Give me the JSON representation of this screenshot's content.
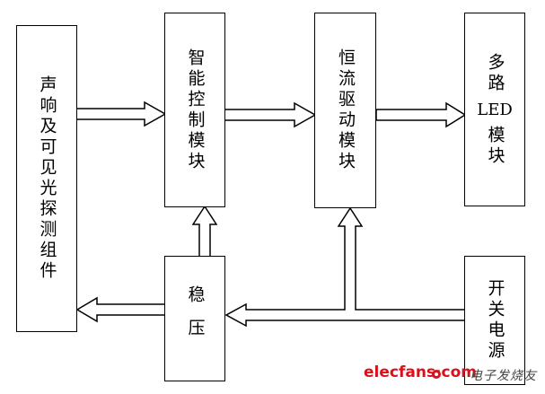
{
  "diagram": {
    "nodes": [
      {
        "id": "detector",
        "label": "声响及可见光探测组件"
      },
      {
        "id": "control",
        "label": "智能控制模块"
      },
      {
        "id": "driver",
        "label": "恒流驱动模块"
      },
      {
        "id": "led",
        "label_top": "多路",
        "label_mid": "LED",
        "label_bot": "模块"
      },
      {
        "id": "regulator",
        "label": "稳压"
      },
      {
        "id": "power",
        "label": "开关电源"
      }
    ],
    "edges": [
      {
        "from": "detector",
        "to": "control"
      },
      {
        "from": "control",
        "to": "driver"
      },
      {
        "from": "driver",
        "to": "led"
      },
      {
        "from": "regulator",
        "to": "control"
      },
      {
        "from": "regulator",
        "to": "detector"
      },
      {
        "from": "power",
        "to": "regulator"
      },
      {
        "from": "power",
        "to": "driver"
      }
    ]
  },
  "watermark": {
    "site": "elecfans·com",
    "cn": "电子发烧友"
  },
  "colors": {
    "line": "#000000",
    "watermark_red": "#d9111b"
  }
}
